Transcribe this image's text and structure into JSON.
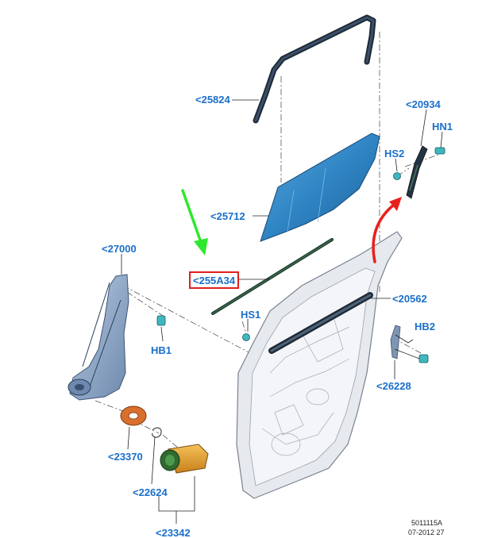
{
  "callouts": {
    "c25824": "<25824",
    "c20934": "<20934",
    "hn1": "HN1",
    "hs2": "HS2",
    "c25712": "<25712",
    "c27000": "<27000",
    "c255a34": "<255A34",
    "c20562": "<20562",
    "hs1": "HS1",
    "hb2": "HB2",
    "hb1": "HB1",
    "c26228": "<26228",
    "c23370": "<23370",
    "c22624": "<22624",
    "c23342": "<23342"
  },
  "footer": {
    "code": "5011115A",
    "date": "07-2012 27"
  },
  "colors": {
    "callout_text": "#1a6fc9",
    "highlight_box": "#e0201c",
    "pointer_arrow_green": "#2ee82e",
    "curved_arrow_red": "#e8201c",
    "glass_blue": "#2f85c4",
    "seal_dark": "#2a3a4c",
    "door_panel": "#e6e9ee",
    "regulator_blue": "#8fa8c6",
    "motor_orange": "#e8a02c",
    "washer_orange": "#d86f2c",
    "fastener_teal": "#3fb7bf"
  }
}
